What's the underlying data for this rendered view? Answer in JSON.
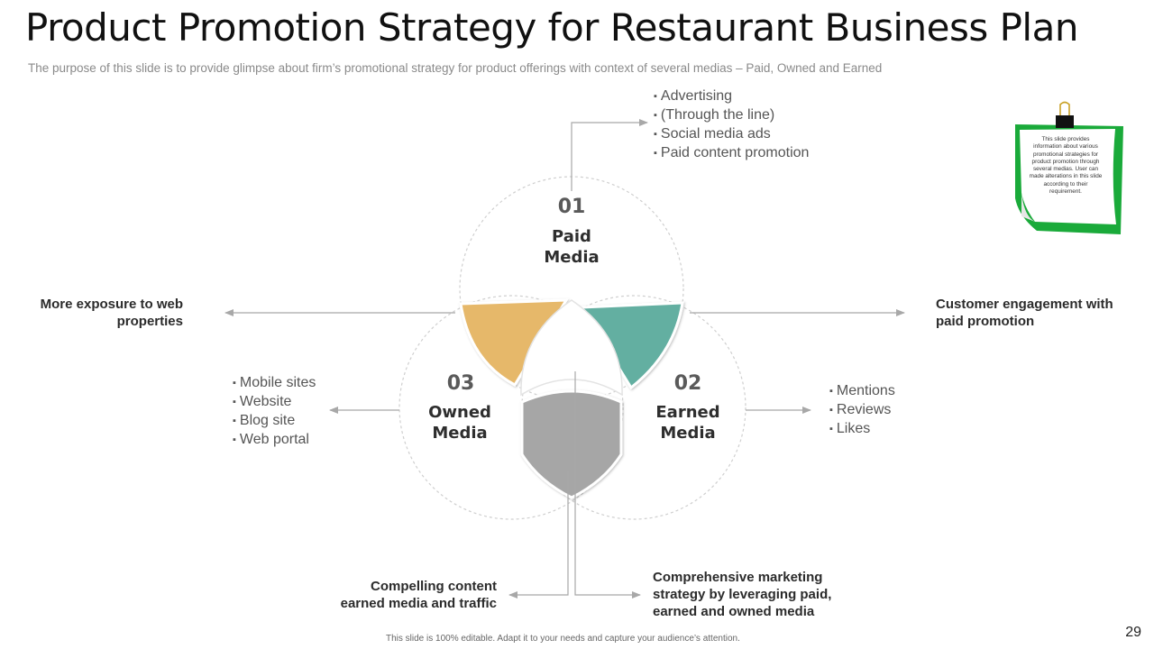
{
  "header": {
    "title": "Product Promotion Strategy for Restaurant Business Plan",
    "subtitle": "The purpose of this slide is to provide glimpse about firm’s promotional strategy for product offerings with context of several medias – Paid, Owned and Earned"
  },
  "diagram": {
    "paid": {
      "number": "01",
      "title_line1": "Paid",
      "title_line2": "Media",
      "bullets": [
        "Advertising",
        "(Through  the line)",
        "Social media ads",
        "Paid content  promotion"
      ],
      "color": "#E6B86A"
    },
    "earned": {
      "number": "02",
      "title_line1": "Earned",
      "title_line2": "Media",
      "bullets": [
        "Mentions",
        "Reviews",
        "Likes"
      ],
      "color": "#64AFA1"
    },
    "owned": {
      "number": "03",
      "title_line1": "Owned",
      "title_line2": "Media",
      "bullets": [
        "Mobile sites",
        "Website",
        "Blog site",
        "Web portal"
      ],
      "color": "#A6A6A6"
    },
    "outcomes": {
      "left_line1": "More exposure to web",
      "left_line2": "properties",
      "right_line1": "Customer engagement with",
      "right_line2": "paid promotion",
      "bottom_left_line1": "Compelling content",
      "bottom_left_line2": "earned media and traffic",
      "bottom_right_line1": "Comprehensive marketing",
      "bottom_right_line2": "strategy by leveraging paid,",
      "bottom_right_line3": "earned and owned media"
    }
  },
  "note": {
    "text": "This slide provides information about various promotional strategies for product promotion through several medias. User can made alterations in this slide according to their requirement.",
    "color": "#1AAA3A"
  },
  "footer": {
    "text": "This slide is 100% editable. Adapt it to your needs and capture your audience’s attention.",
    "page_number": "29"
  }
}
